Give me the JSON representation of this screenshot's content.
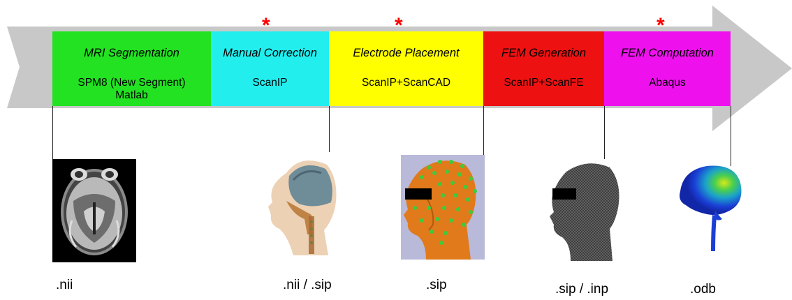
{
  "stages": [
    {
      "title": "MRI Segmentation",
      "tool": "SPM8 (New Segment)\nMatlab",
      "color": "#22e222",
      "starred": false
    },
    {
      "title": "Manual Correction",
      "tool": "ScanIP",
      "color": "#22eeee",
      "starred": true
    },
    {
      "title": "Electrode Placement",
      "tool": "ScanIP+ScanCAD",
      "color": "#ffff00",
      "starred": true
    },
    {
      "title": "FEM Generation",
      "tool": "ScanIP+ScanFE",
      "color": "#ee1111",
      "starred": false
    },
    {
      "title": "FEM Computation",
      "tool": "Abaqus",
      "color": "#ee11ee",
      "starred": true
    }
  ],
  "star_symbol": "*",
  "star_color": "#ff0000",
  "arrow_color": "#c8c8c8",
  "outputs": [
    {
      "label": ".nii",
      "image": "mri-axial-slice"
    },
    {
      "label": ".nii / .sip",
      "image": "segmented-head-volume"
    },
    {
      "label": ".sip",
      "image": "head-with-electrodes"
    },
    {
      "label": ".sip / .inp",
      "image": "head-mesh"
    },
    {
      "label": ".odb",
      "image": "brain-field-result"
    }
  ]
}
